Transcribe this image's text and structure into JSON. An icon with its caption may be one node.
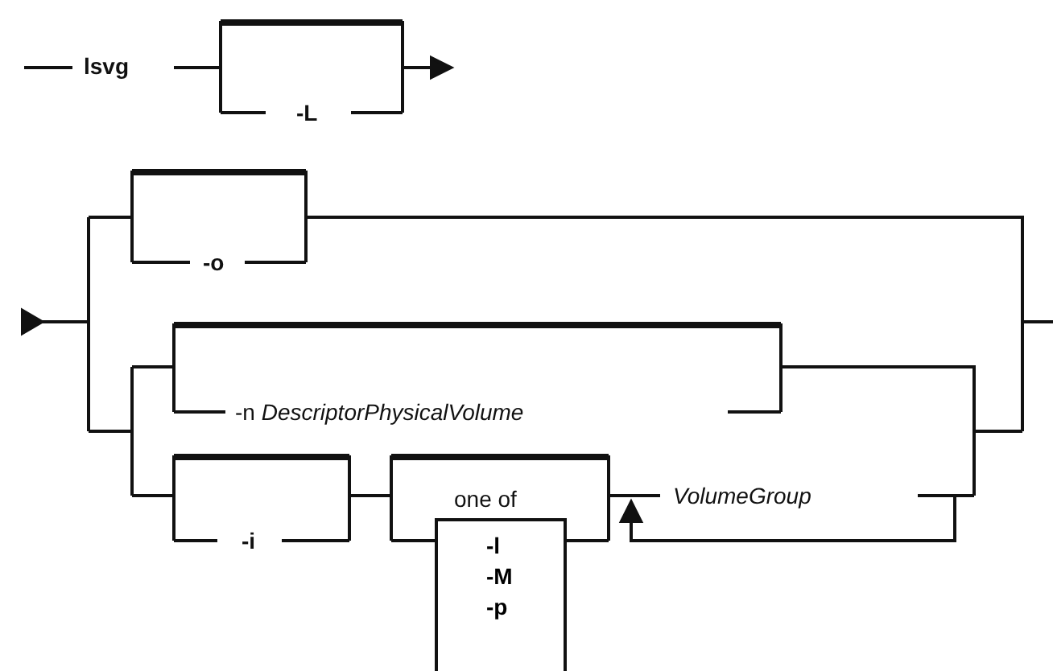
{
  "diagram": {
    "nodes": [
      {
        "text": [
          "-l",
          "-M",
          "-p"
        ]
      }
    ],
    "labels": [
      "lsvg",
      "-L",
      "-o",
      "-n *DescriptorPhysicalVolume*",
      "-i",
      "one of",
      "VolumeGroup"
    ]
  }
}
